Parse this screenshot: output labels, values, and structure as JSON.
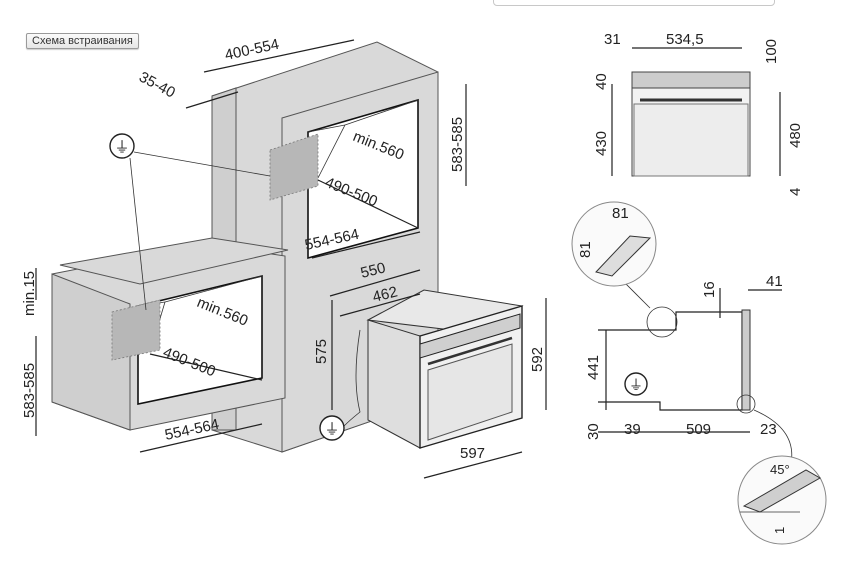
{
  "header": {
    "badge_label": "Схема встраивания"
  },
  "plug_icon_label": "⏚",
  "dimensions": {
    "top_depth": "400-554",
    "top_gap": "35-40",
    "top_height": "583-585",
    "top_inner_depth": "min.560",
    "top_inner_width_front": "490-500",
    "top_width": "554-564",
    "low_min": "min.15",
    "low_height": "583-585",
    "low_inner_depth": "min.560",
    "low_inner_width": "490-500",
    "low_width": "554-564",
    "oven_depth": "550",
    "oven_inner_depth": "462",
    "oven_height_side": "575",
    "oven_height_front": "592",
    "oven_width": "597",
    "front_left": "31",
    "front_width": "534,5",
    "front_top_right": "100",
    "front_top_left": "40",
    "front_left_height": "430",
    "front_right_height": "480",
    "front_bottom_right": "4",
    "detail_w": "81",
    "detail_h": "81",
    "side_16": "16",
    "side_41": "41",
    "side_441": "441",
    "side_30": "30",
    "side_39": "39",
    "side_509": "509",
    "side_23": "23",
    "angle_45": "45°",
    "angle_1": "1"
  }
}
